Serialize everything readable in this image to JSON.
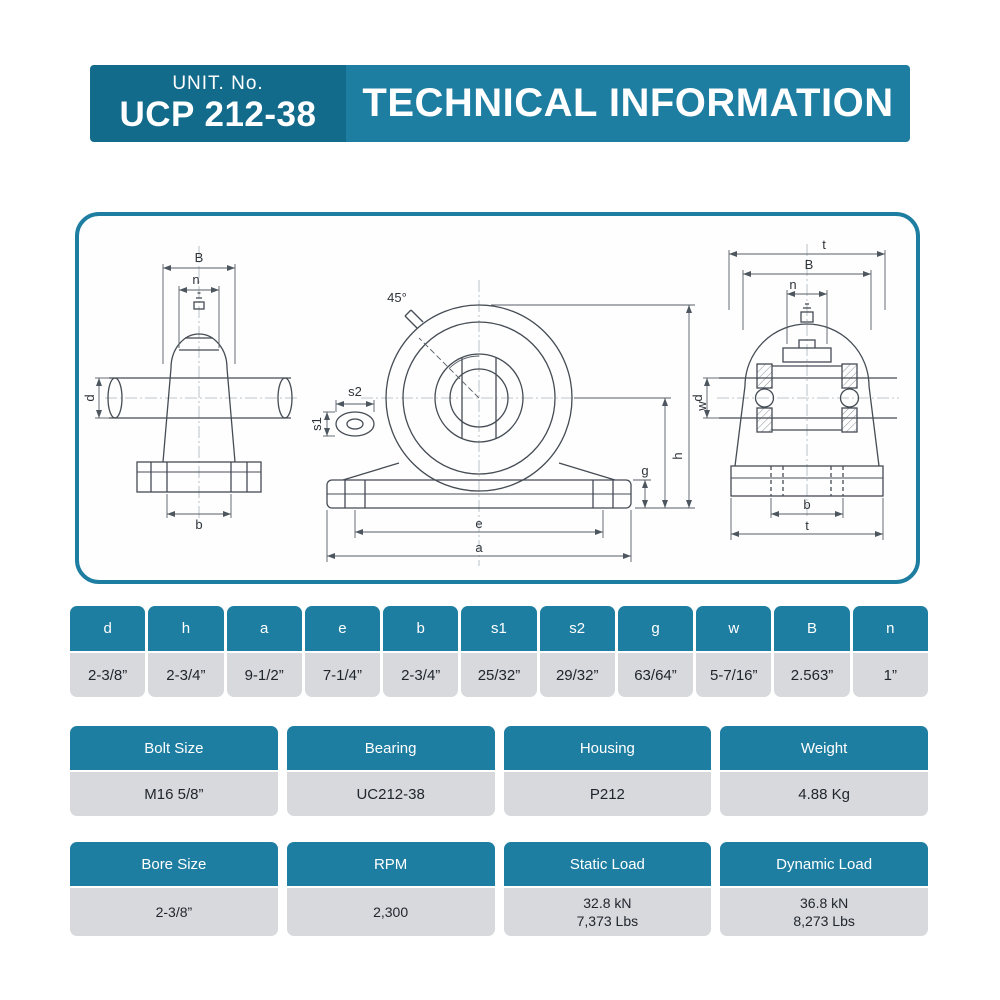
{
  "header": {
    "unit_label": "UNIT. No.",
    "unit_number": "UCP 212-38",
    "title": "TECHNICAL INFORMATION"
  },
  "colors": {
    "teal_dark": "#136b8c",
    "teal": "#1e7ea1",
    "cell_gray": "#d8d9dc"
  },
  "drawing": {
    "left_view": {
      "B": "B",
      "n": "n",
      "d": "d",
      "b": "b"
    },
    "front_view": {
      "angle": "45°",
      "s2": "s2",
      "s1": "s1",
      "w": "w",
      "h": "h",
      "g": "g",
      "e": "e",
      "a": "a"
    },
    "side_view": {
      "t_top": "t",
      "B": "B",
      "n": "n",
      "d": "d",
      "b": "b",
      "t_bottom": "t"
    }
  },
  "dimension_table": {
    "columns": [
      {
        "label": "d",
        "value": "2-3/8”"
      },
      {
        "label": "h",
        "value": "2-3/4”"
      },
      {
        "label": "a",
        "value": "9-1/2”"
      },
      {
        "label": "e",
        "value": "7-1/4”"
      },
      {
        "label": "b",
        "value": "2-3/4”"
      },
      {
        "label": "s1",
        "value": "25/32”"
      },
      {
        "label": "s2",
        "value": "29/32”"
      },
      {
        "label": "g",
        "value": "63/64”"
      },
      {
        "label": "w",
        "value": "5-7/16”"
      },
      {
        "label": "B",
        "value": "2.563”"
      },
      {
        "label": "n",
        "value": "1”"
      }
    ]
  },
  "spec_table": {
    "columns": [
      {
        "label": "Bolt Size",
        "value": "M16 5/8”"
      },
      {
        "label": "Bearing",
        "value": "UC212-38"
      },
      {
        "label": "Housing",
        "value": "P212"
      },
      {
        "label": "Weight",
        "value": "4.88 Kg"
      }
    ]
  },
  "load_table": {
    "columns": [
      {
        "label": "Bore Size",
        "value": "2-3/8”",
        "value2": ""
      },
      {
        "label": "RPM",
        "value": "2,300",
        "value2": ""
      },
      {
        "label": "Static Load",
        "value": "32.8 kN",
        "value2": "7,373 Lbs"
      },
      {
        "label": "Dynamic Load",
        "value": "36.8 kN",
        "value2": "8,273 Lbs"
      }
    ]
  }
}
